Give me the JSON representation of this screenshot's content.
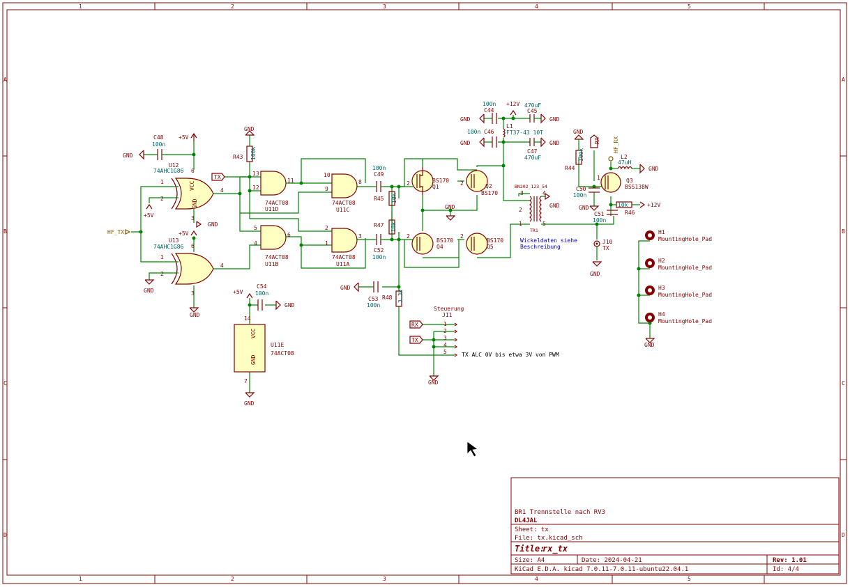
{
  "sheet": {
    "col_labels": [
      "1",
      "2",
      "3",
      "4",
      "5"
    ],
    "row_labels": [
      "A",
      "B",
      "C",
      "D"
    ]
  },
  "title_block": {
    "comment1": "BR1 Trennstelle nach RV3",
    "comment2": "DL4JAL",
    "sheet": "Sheet: tx",
    "file": "File: tx.kicad_sch",
    "title_label": "Title:",
    "title": "rx_tx",
    "size": "Size: A4",
    "date": "Date: 2024-04-21",
    "rev": "Rev: 1.01",
    "tool": "KiCad E.D.A.  kicad 7.0.11-7.0.11-ubuntu22.04.1",
    "id": "Id: 4/4"
  },
  "labels": {
    "gnd": "GND",
    "p5v": "+5V",
    "p12v": "+12V",
    "hf_tx": "HF_TX",
    "hf_rx": "HF_RX",
    "tx": "TX",
    "rx": "RX",
    "steuerung": "Steuerung",
    "alc_note": "TX ALC 0V bis etwa 3V von PWM",
    "wickel1": "Wickeldaten siehe",
    "wickel2": "Beschreibung"
  },
  "components": {
    "c48": {
      "ref": "C48",
      "val": "100n"
    },
    "u12": {
      "ref": "U12",
      "val": "74AHC1G86"
    },
    "u13": {
      "ref": "U13",
      "val": "74AHC1G86"
    },
    "r43": {
      "ref": "R43",
      "val": "100k"
    },
    "u11d": {
      "ref": "U11D",
      "val": "74ACT08"
    },
    "u11c": {
      "ref": "U11C",
      "val": "74ACT08"
    },
    "u11b": {
      "ref": "U11B",
      "val": "74ACT08"
    },
    "u11a": {
      "ref": "U11A",
      "val": "74ACT08"
    },
    "u11e": {
      "ref": "U11E",
      "val": "74ACT08"
    },
    "c49": {
      "ref": "C49",
      "val": "100n"
    },
    "c52": {
      "ref": "C52",
      "val": "100n"
    },
    "r45": {
      "ref": "R45",
      "val": "10k"
    },
    "r47": {
      "ref": "R47",
      "val": "10k"
    },
    "r48": {
      "ref": "R48",
      "val": "3.3k"
    },
    "c53": {
      "ref": "C53",
      "val": "100n"
    },
    "c54": {
      "ref": "C54",
      "val": "100n"
    },
    "q1": {
      "ref": "Q1",
      "val": "BS170"
    },
    "q2": {
      "ref": "Q2",
      "val": "BS170"
    },
    "q4": {
      "ref": "Q4",
      "val": "BS170"
    },
    "q5": {
      "ref": "Q5",
      "val": "BS170"
    },
    "c44": {
      "ref": "C44",
      "val": "100n"
    },
    "c45": {
      "ref": "C45",
      "val": "470uF"
    },
    "c46": {
      "ref": "C46",
      "val": "100n"
    },
    "c47": {
      "ref": "C47",
      "val": "470uF"
    },
    "l1": {
      "ref": "L1",
      "val": "FT37-43 10T"
    },
    "tr1": {
      "ref": "TR1",
      "val": "BN202_123_54"
    },
    "r44": {
      "ref": "R44",
      "val": "100k"
    },
    "c50": {
      "ref": "C50",
      "val": "100n"
    },
    "c51": {
      "ref": "C51",
      "val": "100n"
    },
    "r46": {
      "ref": "R46",
      "val": "10k"
    },
    "l2": {
      "ref": "L2",
      "val": "47uH"
    },
    "q3": {
      "ref": "Q3",
      "val": "BSS138W"
    },
    "j10": {
      "ref": "J10",
      "val": "TX"
    },
    "j11": {
      "ref": "J11"
    },
    "h1": {
      "ref": "H1",
      "val": "MountingHole_Pad"
    },
    "h2": {
      "ref": "H2",
      "val": "MountingHole_Pad"
    },
    "h3": {
      "ref": "H3",
      "val": "MountingHole_Pad"
    },
    "h4": {
      "ref": "H4",
      "val": "MountingHole_Pad"
    }
  },
  "pins": {
    "vcc": "VCC",
    "gnd": "GND",
    "n1": "1",
    "n2": "2",
    "n3": "3",
    "n4": "4",
    "n5": "5",
    "n6": "6",
    "n7": "7",
    "n8": "8",
    "n9": "9",
    "n10": "10",
    "n11": "11",
    "n12": "12",
    "n13": "13",
    "n14": "14"
  }
}
